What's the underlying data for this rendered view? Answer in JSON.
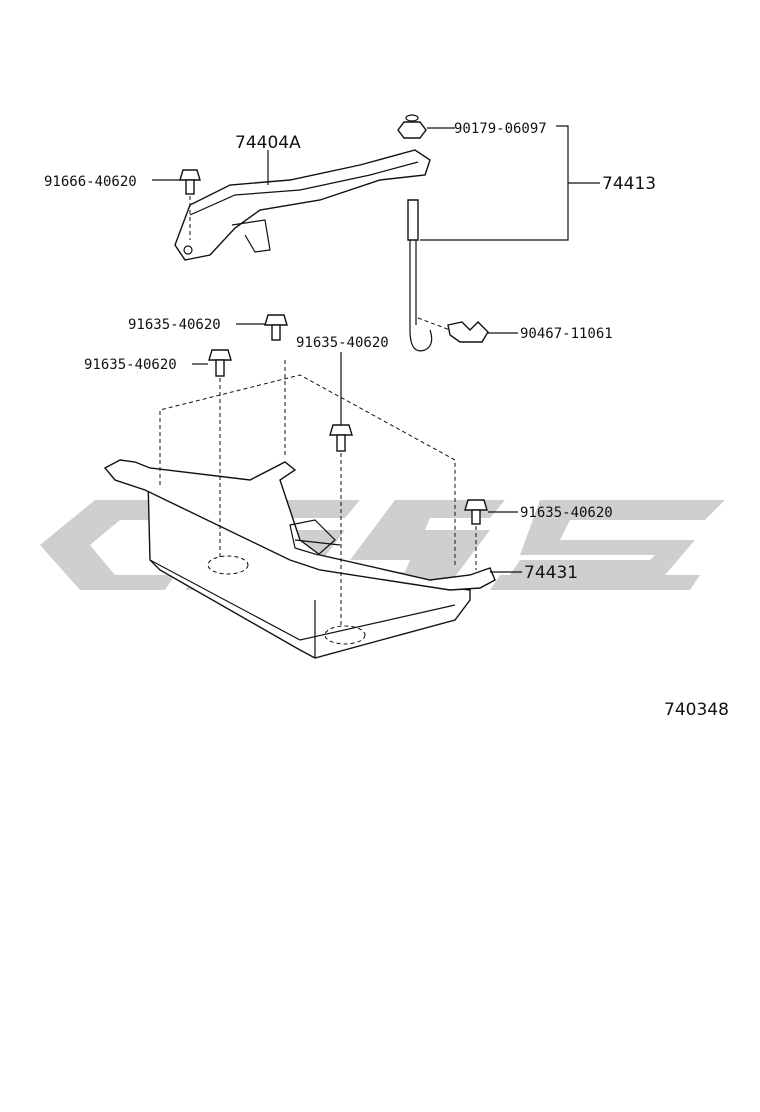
{
  "watermark": {
    "logo_name": "parts-site-logo",
    "color": "#cfcfcf"
  },
  "labels": {
    "bracket": "74404A",
    "bracket_bolt": "91666-40620",
    "nut": "90179-06097",
    "clamp_assy": "74413",
    "clamp": "90467-11061",
    "bolt_a": "91635-40620",
    "bolt_b": "91635-40620",
    "bolt_c": "91635-40620",
    "bolt_d": "91635-40620",
    "tray": "74431",
    "diagram_code": "740348"
  }
}
